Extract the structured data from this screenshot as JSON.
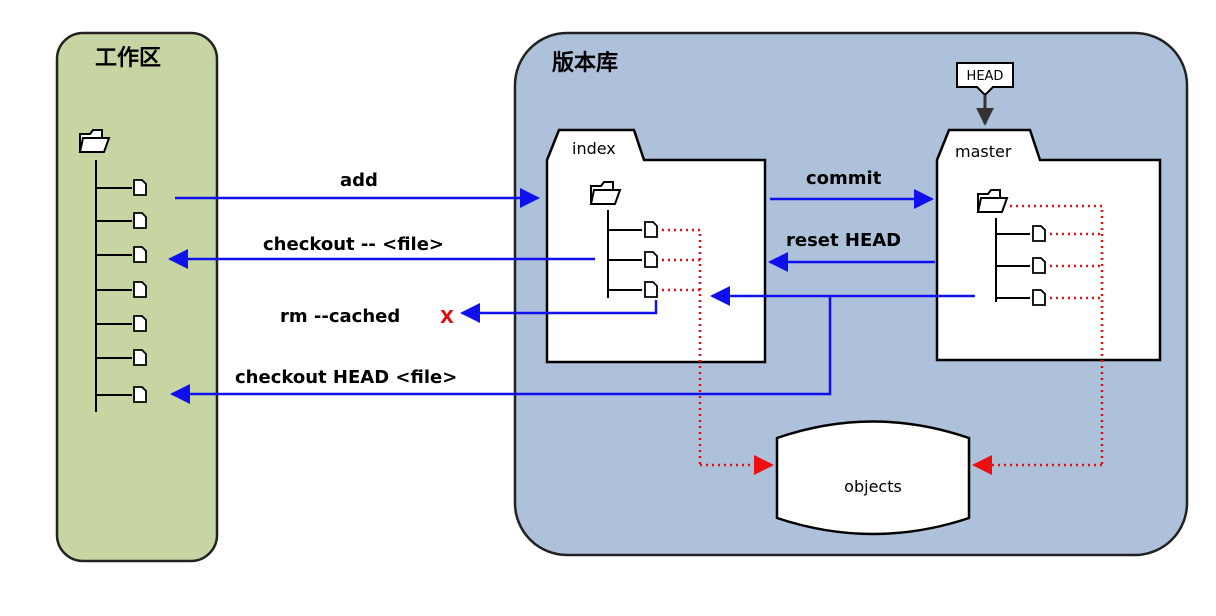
{
  "workspace": {
    "title": "工作区"
  },
  "repository": {
    "title": "版本库",
    "index_label": "index",
    "master_label": "master",
    "head_label": "HEAD",
    "objects_label": "objects"
  },
  "actions": {
    "add": "add",
    "checkout_file": "checkout -- <file>",
    "rm_cached": "rm --cached",
    "rm_cross": "X",
    "checkout_head": "checkout HEAD <file>",
    "commit": "commit",
    "reset_head": "reset HEAD"
  },
  "colors": {
    "workspace_fill": "#c6d5a2",
    "repository_fill": "#aec1da",
    "blue_arrow": "#1010ee",
    "red_dotted": "#e01010",
    "cross": "#e01010"
  }
}
